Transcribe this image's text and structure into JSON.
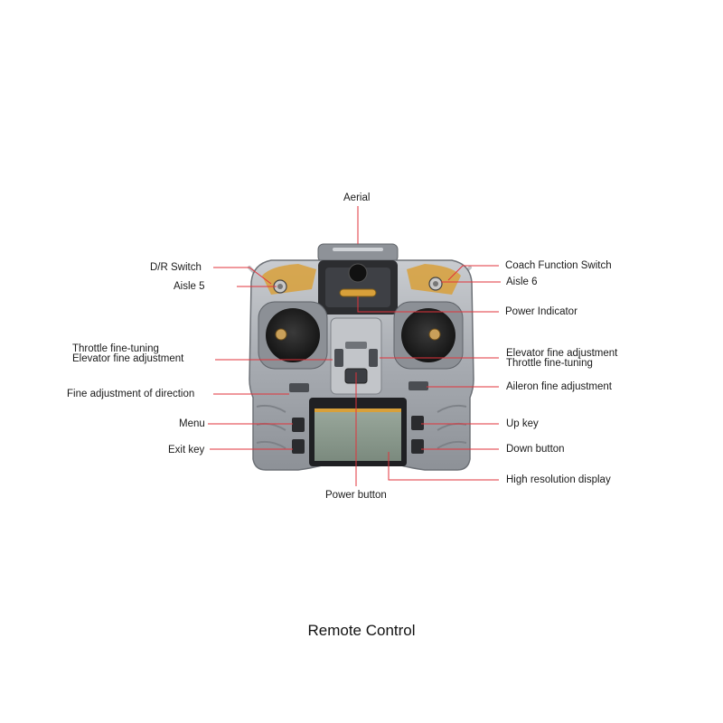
{
  "caption": "Remote Control",
  "labels": {
    "aerial": "Aerial",
    "dr_switch": "D/R Switch",
    "aisle5": "Aisle 5",
    "throttle_fine_left": "Throttle fine-tuning",
    "elevator_fine_left": "Elevator fine adjustment",
    "fine_direction": "Fine adjustment of direction",
    "menu": "Menu",
    "exit_key": "Exit key",
    "power_button": "Power button",
    "coach_switch": "Coach Function Switch",
    "aisle6": "Aisle 6",
    "power_indicator": "Power Indicator",
    "elevator_fine_right": "Elevator fine adjustment",
    "throttle_fine_right": "Throttle fine-tuning",
    "aileron_fine": "Aileron fine adjustment",
    "up_key": "Up key",
    "down_button": "Down button",
    "hr_display": "High resolution display"
  },
  "colors": {
    "leader": "#e2333b",
    "body": "#a9adb3",
    "body_dark": "#70747a",
    "accent": "#d8a03a",
    "screen": "#8a9a8c"
  }
}
